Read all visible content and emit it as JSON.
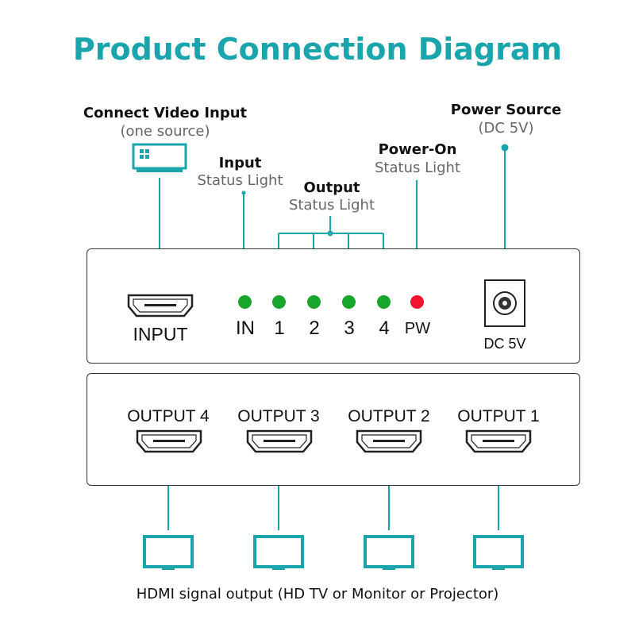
{
  "title": "Product Connection Diagram",
  "colors": {
    "teal": "#1aa5ad",
    "led_green": "#18a52c",
    "led_red": "#f0142e"
  },
  "callouts": {
    "video_input": {
      "line1": "Connect Video Input",
      "line2": "(one source)",
      "icon": "video-source-box-icon"
    },
    "input_light": {
      "line1": "Input",
      "line2": "Status Light"
    },
    "output_light": {
      "line1": "Output",
      "line2": "Status Light"
    },
    "power_on": {
      "line1": "Power-On",
      "line2": "Status Light"
    },
    "power_source": {
      "line1": "Power Source",
      "line2": "(DC 5V)"
    }
  },
  "front_panel": {
    "input_port_label": "INPUT",
    "leds": [
      {
        "label": "IN",
        "color": "green"
      },
      {
        "label": "1",
        "color": "green"
      },
      {
        "label": "2",
        "color": "green"
      },
      {
        "label": "3",
        "color": "green"
      },
      {
        "label": "4",
        "color": "green"
      },
      {
        "label": "PW",
        "color": "red"
      }
    ],
    "dc_label": "DC 5V"
  },
  "back_panel": {
    "outputs": [
      "OUTPUT 4",
      "OUTPUT 3",
      "OUTPUT 2",
      "OUTPUT 1"
    ],
    "monitor_icon": "monitor-icon"
  },
  "footer": "HDMI signal output (HD TV or Monitor or Projector)"
}
